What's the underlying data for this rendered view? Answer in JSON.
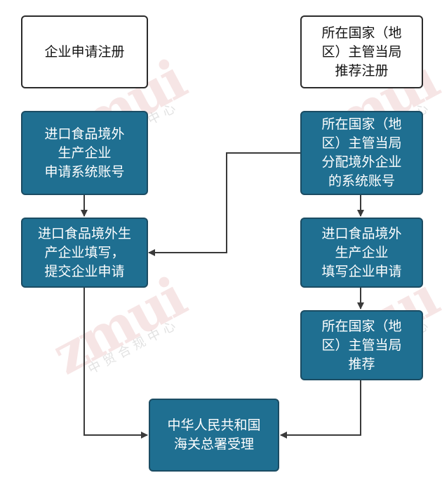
{
  "nodes": {
    "enterprise_register": "企业申请注册",
    "authority_recommend_register": "所在国家（地区）主管当局推荐注册",
    "enterprise_apply_account": "进口食品境外生产企业申请系统账号",
    "authority_assign_account": "所在国家（地区）主管当局分配境外企业的系统账号",
    "enterprise_fill_submit": "进口食品境外生产企业填写，提交企业申请",
    "enterprise_fill_application": "进口食品境外生产企业填写企业申请",
    "authority_recommend": "所在国家（地区）主管当局推荐",
    "customs_accept": "中华人民共和国海关总署受理"
  },
  "node_lines": {
    "enterprise_register": [
      "企业申请注册"
    ],
    "authority_recommend_register": [
      "所在国家（地",
      "区）主管当局",
      "推荐注册"
    ],
    "enterprise_apply_account": [
      "进口食品境外",
      "生产企业",
      "申请系统账号"
    ],
    "authority_assign_account": [
      "所在国家（地",
      "区）主管当局",
      "分配境外企业",
      "的系统账号"
    ],
    "enterprise_fill_submit": [
      "进口食品境外生",
      "产企业填写，",
      "提交企业申请"
    ],
    "enterprise_fill_application": [
      "进口食品境外",
      "生产企业",
      "填写企业申请"
    ],
    "authority_recommend": [
      "所在国家（地",
      "区）主管当局",
      "推荐"
    ],
    "customs_accept": [
      "中华人民共和国",
      "海关总署受理"
    ]
  },
  "watermark": {
    "logo": "zmui",
    "text": "中贸合规中心"
  },
  "colors": {
    "box_blue": "#1f6f91",
    "box_blue_border": "#1b4c63",
    "box_white_border": "#2b2b2b",
    "connector": "#3a3a3a"
  }
}
